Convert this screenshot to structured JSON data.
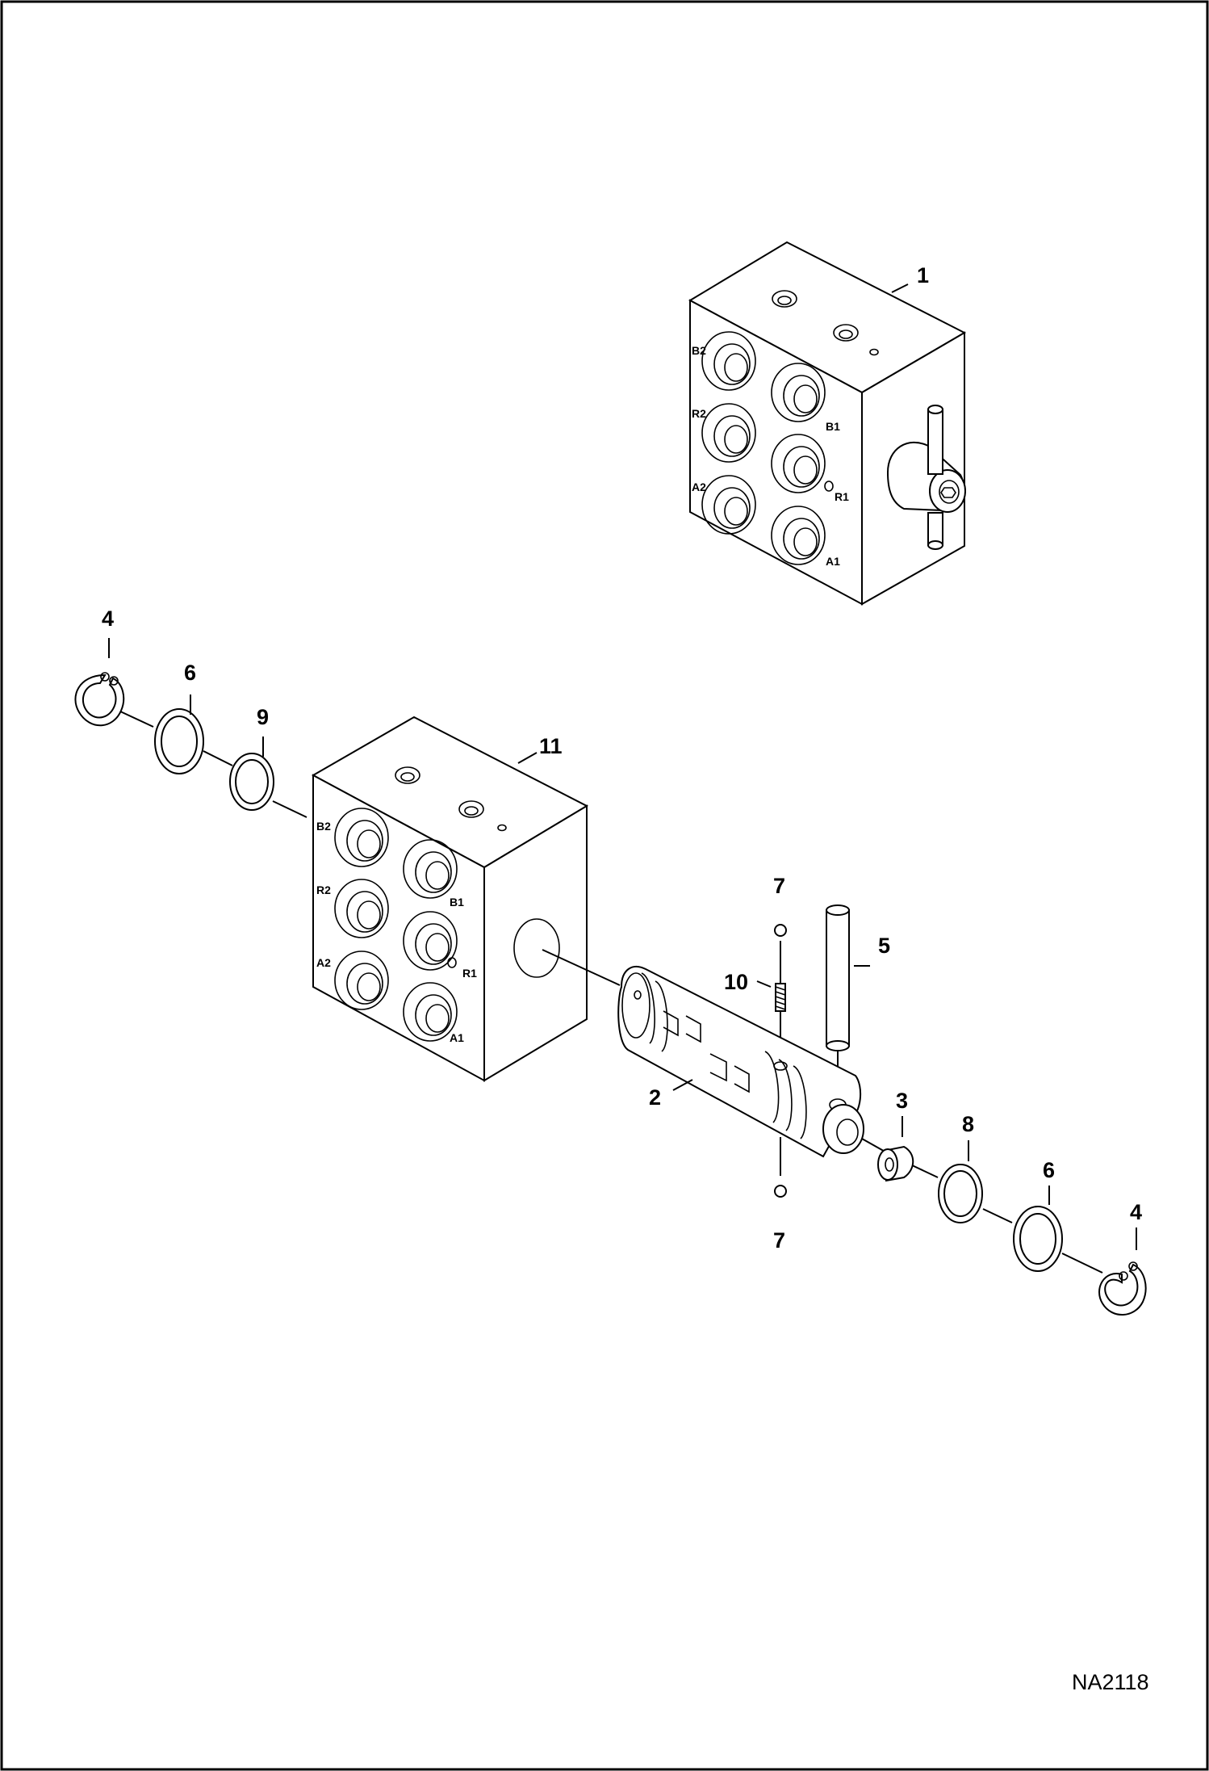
{
  "drawing_id": "NA2118",
  "callouts": {
    "c1": "1",
    "c2": "2",
    "c3": "3",
    "c4_left": "4",
    "c4_right": "4",
    "c5": "5",
    "c6_left": "6",
    "c6_right": "6",
    "c7_top": "7",
    "c7_bottom": "7",
    "c8": "8",
    "c9": "9",
    "c10": "10",
    "c11": "11"
  },
  "port_labels": {
    "b2": "B2",
    "r2": "R2",
    "a2": "A2",
    "b1": "B1",
    "r1": "R1",
    "a1": "A1"
  },
  "colors": {
    "line": "#000000",
    "background": "#ffffff"
  }
}
